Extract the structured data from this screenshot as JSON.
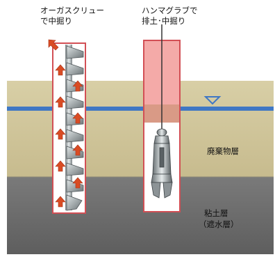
{
  "labels": {
    "auger_label_line1": "オーガスクリュー",
    "auger_label_line2": "で中掘り",
    "grab_label_line1": "ハンマグラブで",
    "grab_label_line2": "排土･中掘り",
    "waste_layer": "廃棄物層",
    "clay_layer_line1": "粘土層",
    "clay_layer_line2": "（遮水層）"
  },
  "colors": {
    "waste_soil": "#cfc49a",
    "clay_soil": "#6f6f6f",
    "water_line": "#3f77c4",
    "casing_outline": "#d24f55",
    "arrow_red": "#d94c24",
    "grab_casing_upper": "#f4aaa8",
    "grab_casing_mid": "#d99a86"
  },
  "symbols": {
    "water_level": "water-level-triangle"
  }
}
